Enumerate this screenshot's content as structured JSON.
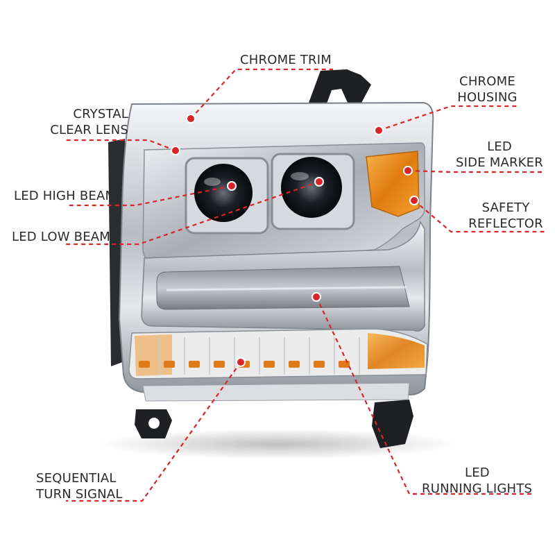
{
  "labels": {
    "chrome_trim": "CHROME TRIM",
    "chrome_housing": [
      "CHROME",
      "HOUSING"
    ],
    "crystal_clear_lens": [
      "CRYSTAL",
      "CLEAR LENS"
    ],
    "led_side_marker": [
      "LED",
      "SIDE MARKER"
    ],
    "led_high_beam": "LED HIGH BEAM",
    "safety_reflector": [
      "SAFETY",
      "REFLECTOR"
    ],
    "led_low_beam": "LED LOW BEAM",
    "sequential_turn_signal": [
      "SEQUENTIAL",
      "TURN SIGNAL"
    ],
    "led_running_lights": [
      "LED",
      "RUNNING LIGHTS"
    ]
  },
  "colors": {
    "leader_line": "#d9252a",
    "label_text": "#2a2a2a",
    "amber": "#e8891c",
    "chrome": "#c9ccd1"
  }
}
